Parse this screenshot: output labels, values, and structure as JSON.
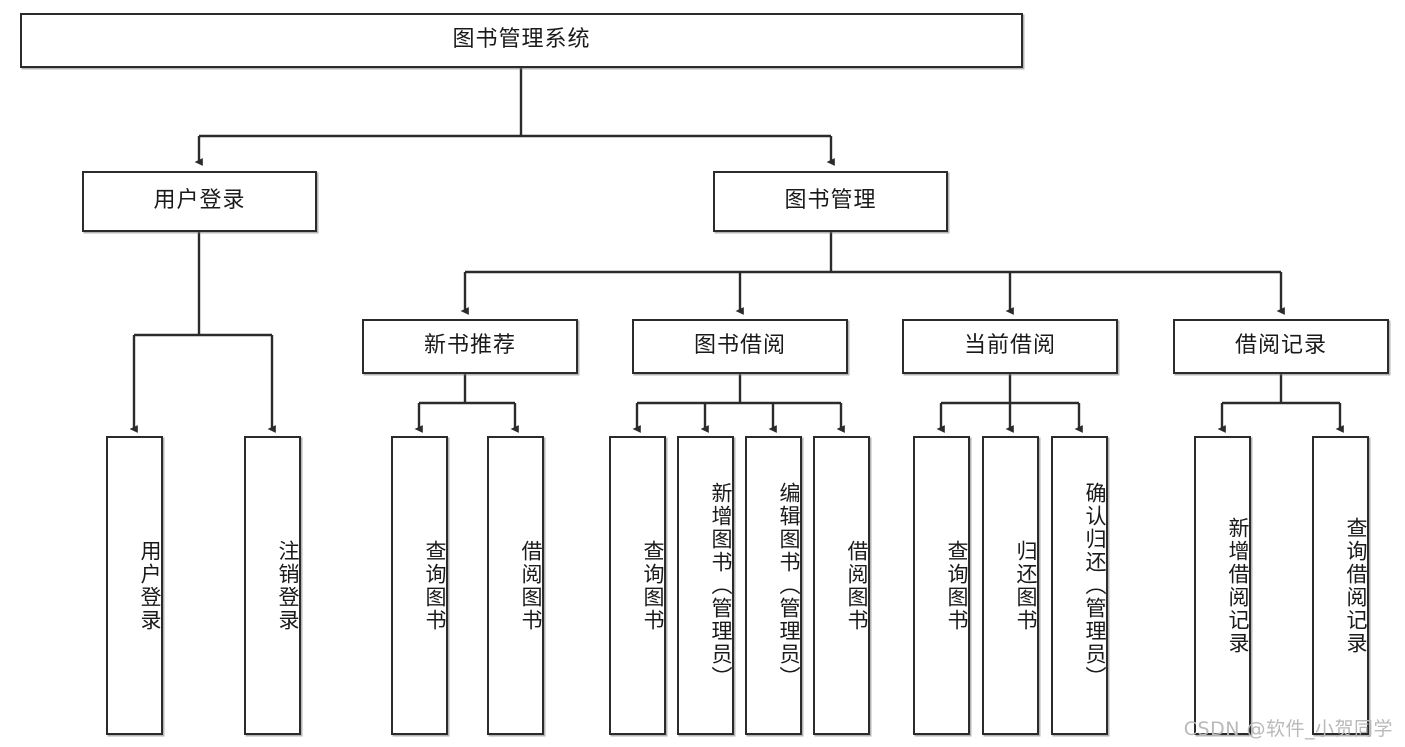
{
  "diagram": {
    "title": "图书管理系统",
    "type": "tree",
    "orientation": "top-down",
    "watermark": "CSDN @软件_小贺同学",
    "colors": {
      "node_border": "#2b2b2b",
      "node_fill": "#ffffff",
      "connector": "#2b2b2b",
      "text": "#1a1a1a",
      "watermark": "#b9b9b9"
    },
    "nodes": {
      "root": {
        "label": "图书管理系统",
        "level": 1
      },
      "user_login": {
        "label": "用户登录",
        "level": 2
      },
      "book_manage": {
        "label": "图书管理",
        "level": 2
      },
      "new_book_rec": {
        "label": "新书推荐",
        "level": 3
      },
      "book_borrow": {
        "label": "图书借阅",
        "level": 3
      },
      "current_borrow": {
        "label": "当前借阅",
        "level": 3
      },
      "borrow_record": {
        "label": "借阅记录",
        "level": 3
      },
      "leaf_user_login": {
        "label": "用户登录",
        "level": 4
      },
      "leaf_logout": {
        "label": "注销登录",
        "level": 4
      },
      "leaf_query_book_1": {
        "label": "查询图书",
        "level": 4
      },
      "leaf_borrow_book_1": {
        "label": "借阅图书",
        "level": 4
      },
      "leaf_query_book_2": {
        "label": "查询图书",
        "level": 4
      },
      "leaf_add_book": {
        "label": "新增图书（管理员）",
        "level": 4
      },
      "leaf_edit_book": {
        "label": "编辑图书（管理员）",
        "level": 4
      },
      "leaf_borrow_book_2": {
        "label": "借阅图书",
        "level": 4
      },
      "leaf_query_book_3": {
        "label": "查询图书",
        "level": 4
      },
      "leaf_return_book": {
        "label": "归还图书",
        "level": 4
      },
      "leaf_confirm_return": {
        "label": "确认归还（管理员）",
        "level": 4
      },
      "leaf_add_record": {
        "label": "新增借阅记录",
        "level": 4
      },
      "leaf_query_record": {
        "label": "查询借阅记录",
        "level": 4
      }
    },
    "edges": [
      {
        "from": "root",
        "to": "user_login"
      },
      {
        "from": "root",
        "to": "book_manage"
      },
      {
        "from": "user_login",
        "to": "leaf_user_login"
      },
      {
        "from": "user_login",
        "to": "leaf_logout"
      },
      {
        "from": "book_manage",
        "to": "new_book_rec"
      },
      {
        "from": "book_manage",
        "to": "book_borrow"
      },
      {
        "from": "book_manage",
        "to": "current_borrow"
      },
      {
        "from": "book_manage",
        "to": "borrow_record"
      },
      {
        "from": "new_book_rec",
        "to": "leaf_query_book_1"
      },
      {
        "from": "new_book_rec",
        "to": "leaf_borrow_book_1"
      },
      {
        "from": "book_borrow",
        "to": "leaf_query_book_2"
      },
      {
        "from": "book_borrow",
        "to": "leaf_add_book"
      },
      {
        "from": "book_borrow",
        "to": "leaf_edit_book"
      },
      {
        "from": "book_borrow",
        "to": "leaf_borrow_book_2"
      },
      {
        "from": "current_borrow",
        "to": "leaf_query_book_3"
      },
      {
        "from": "current_borrow",
        "to": "leaf_return_book"
      },
      {
        "from": "current_borrow",
        "to": "leaf_confirm_return"
      },
      {
        "from": "borrow_record",
        "to": "leaf_add_record"
      },
      {
        "from": "borrow_record",
        "to": "leaf_query_record"
      }
    ]
  }
}
